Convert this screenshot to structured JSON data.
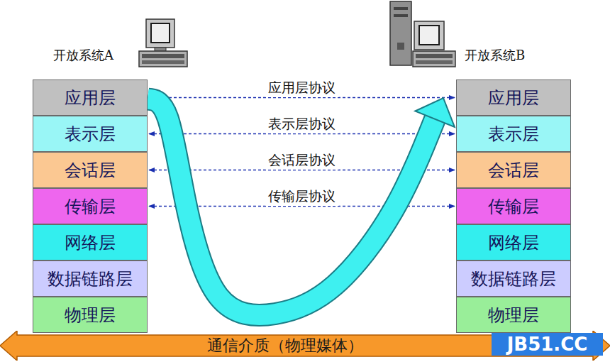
{
  "diagram": {
    "nodes": [
      {
        "text": [
          "应用层"
        ]
      },
      {
        "text": [
          "表示层"
        ]
      },
      {
        "text": [
          "会话层"
        ]
      },
      {
        "text": [
          "传输层"
        ]
      },
      {
        "text": [
          "网络层"
        ]
      },
      {
        "text": [
          "数据链路层"
        ]
      },
      {
        "text": [
          "物理层"
        ]
      },
      {
        "text": [
          "应用层"
        ]
      },
      {
        "text": [
          "表示层"
        ]
      },
      {
        "text": [
          "会话层"
        ]
      },
      {
        "text": [
          "传输层"
        ]
      },
      {
        "text": [
          "网络层"
        ]
      },
      {
        "text": [
          "数据链路层"
        ]
      },
      {
        "text": [
          "物理层"
        ]
      },
      {
        "text": [
          "通信介质（物理媒体）"
        ]
      }
    ],
    "edges": [
      {
        "from": 0,
        "to": 7,
        "label": "应用层协议",
        "arrow": "both"
      },
      {
        "from": 1,
        "to": 8,
        "label": "表示层协议",
        "arrow": "both"
      },
      {
        "from": 2,
        "to": 9,
        "label": "会话层协议",
        "arrow": "both"
      },
      {
        "from": 3,
        "to": 10,
        "label": "传输层协议",
        "arrow": "both"
      },
      {
        "from": 0,
        "to": 7,
        "arrow": "to"
      }
    ],
    "labels": [
      "开放系统A",
      "开放系统B",
      "JB51.CC"
    ]
  }
}
